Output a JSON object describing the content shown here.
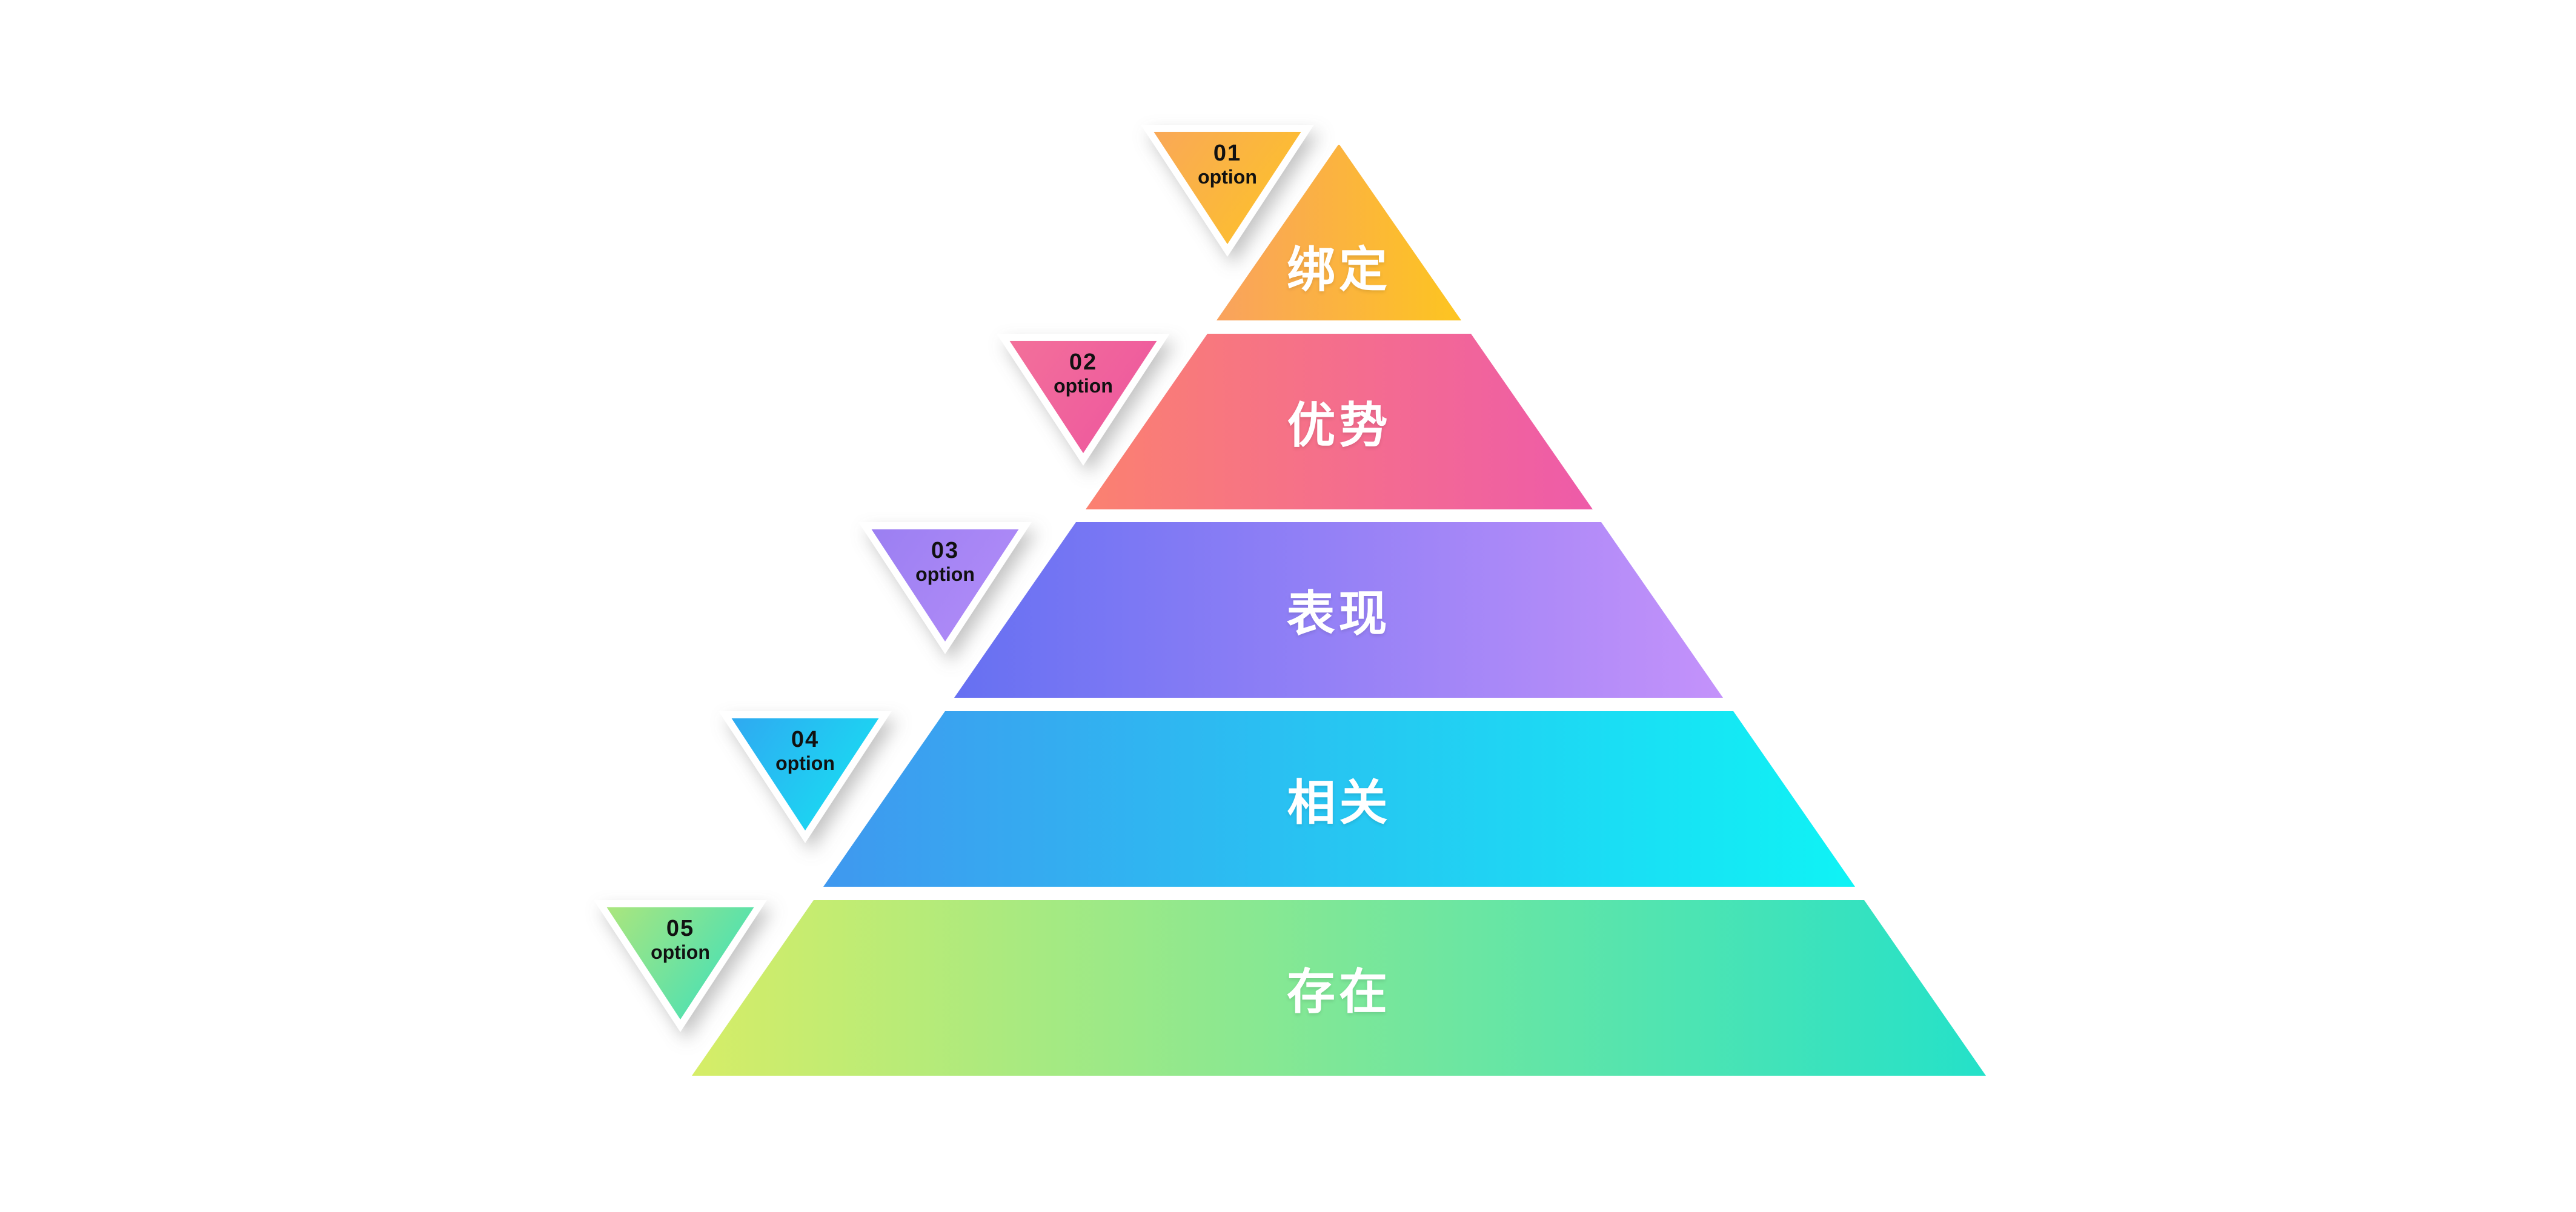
{
  "background_color": "#ffffff",
  "pyramid": {
    "levels": [
      {
        "number": "01",
        "option": "option",
        "label": "绑定",
        "band_from": "#F9A25E",
        "band_to": "#FDC520",
        "badge_from": "#F9A857",
        "badge_to": "#FDC524"
      },
      {
        "number": "02",
        "option": "option",
        "label": "优势",
        "band_from": "#FB8170",
        "band_to": "#EE5BA9",
        "badge_from": "#F3709A",
        "badge_to": "#ED549F"
      },
      {
        "number": "03",
        "option": "option",
        "label": "表现",
        "band_from": "#6670F2",
        "band_to": "#C492FA",
        "badge_from": "#9B7FF2",
        "badge_to": "#B48DF8"
      },
      {
        "number": "04",
        "option": "option",
        "label": "相关",
        "band_from": "#3F98EF",
        "band_to": "#0FF3F5",
        "badge_from": "#2FA9F1",
        "badge_to": "#15E6F3"
      },
      {
        "number": "05",
        "option": "option",
        "label": "存在",
        "band_from": "#D6ED67",
        "band_to": "#24E1C9",
        "badge_from": "#ABE67D",
        "badge_to": "#34DFC1"
      }
    ]
  }
}
